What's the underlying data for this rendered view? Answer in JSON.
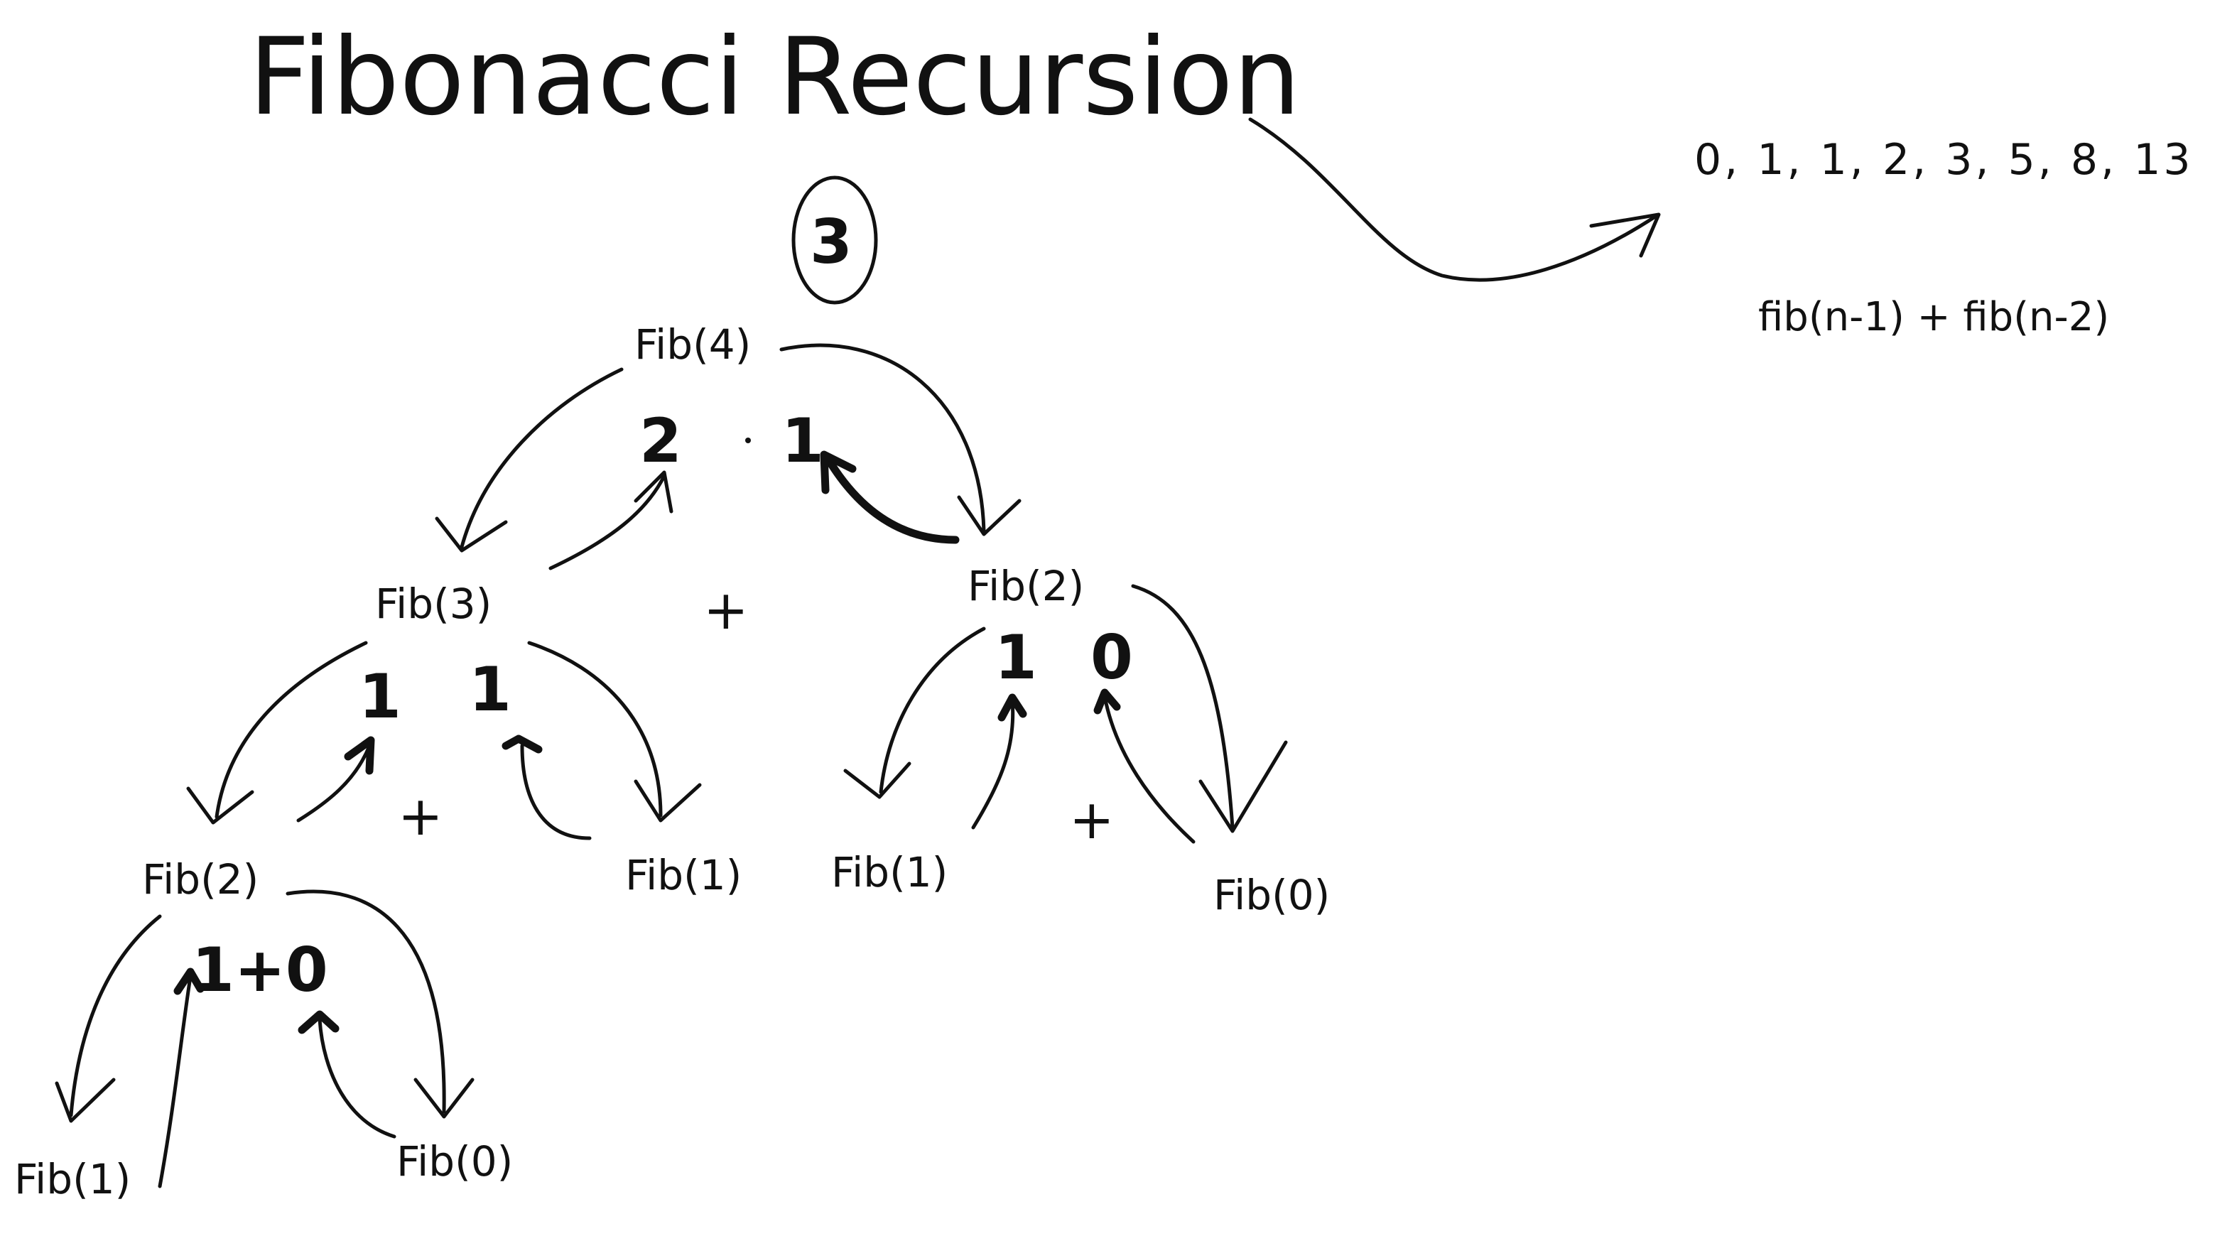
{
  "title": "Fibonacci Recursion",
  "sequence": "0, 1, 1, 2, 3, 5, 8, 13",
  "formula": "fib(n-1) + fib(n-2)",
  "result_value": "3",
  "nodes": {
    "fib4": "Fib(4)",
    "fib3": "Fib(3)",
    "fib2_right": "Fib(2)",
    "fib2_left": "Fib(2)",
    "fib1_mid": "Fib(1)",
    "fib1_right": "Fib(1)",
    "fib0_right": "Fib(0)",
    "fib1_bottom": "Fib(1)",
    "fib0_bottom": "Fib(0)"
  },
  "returns": {
    "fib4_left": "2",
    "fib4_right": "1",
    "fib3_left": "1",
    "fib3_right": "1",
    "fib2r_left": "1",
    "fib2r_right": "0",
    "fib2l_sum": "1+0"
  },
  "operators": {
    "plus_top": "+",
    "plus_fib3": "+",
    "plus_fib2": "+"
  }
}
